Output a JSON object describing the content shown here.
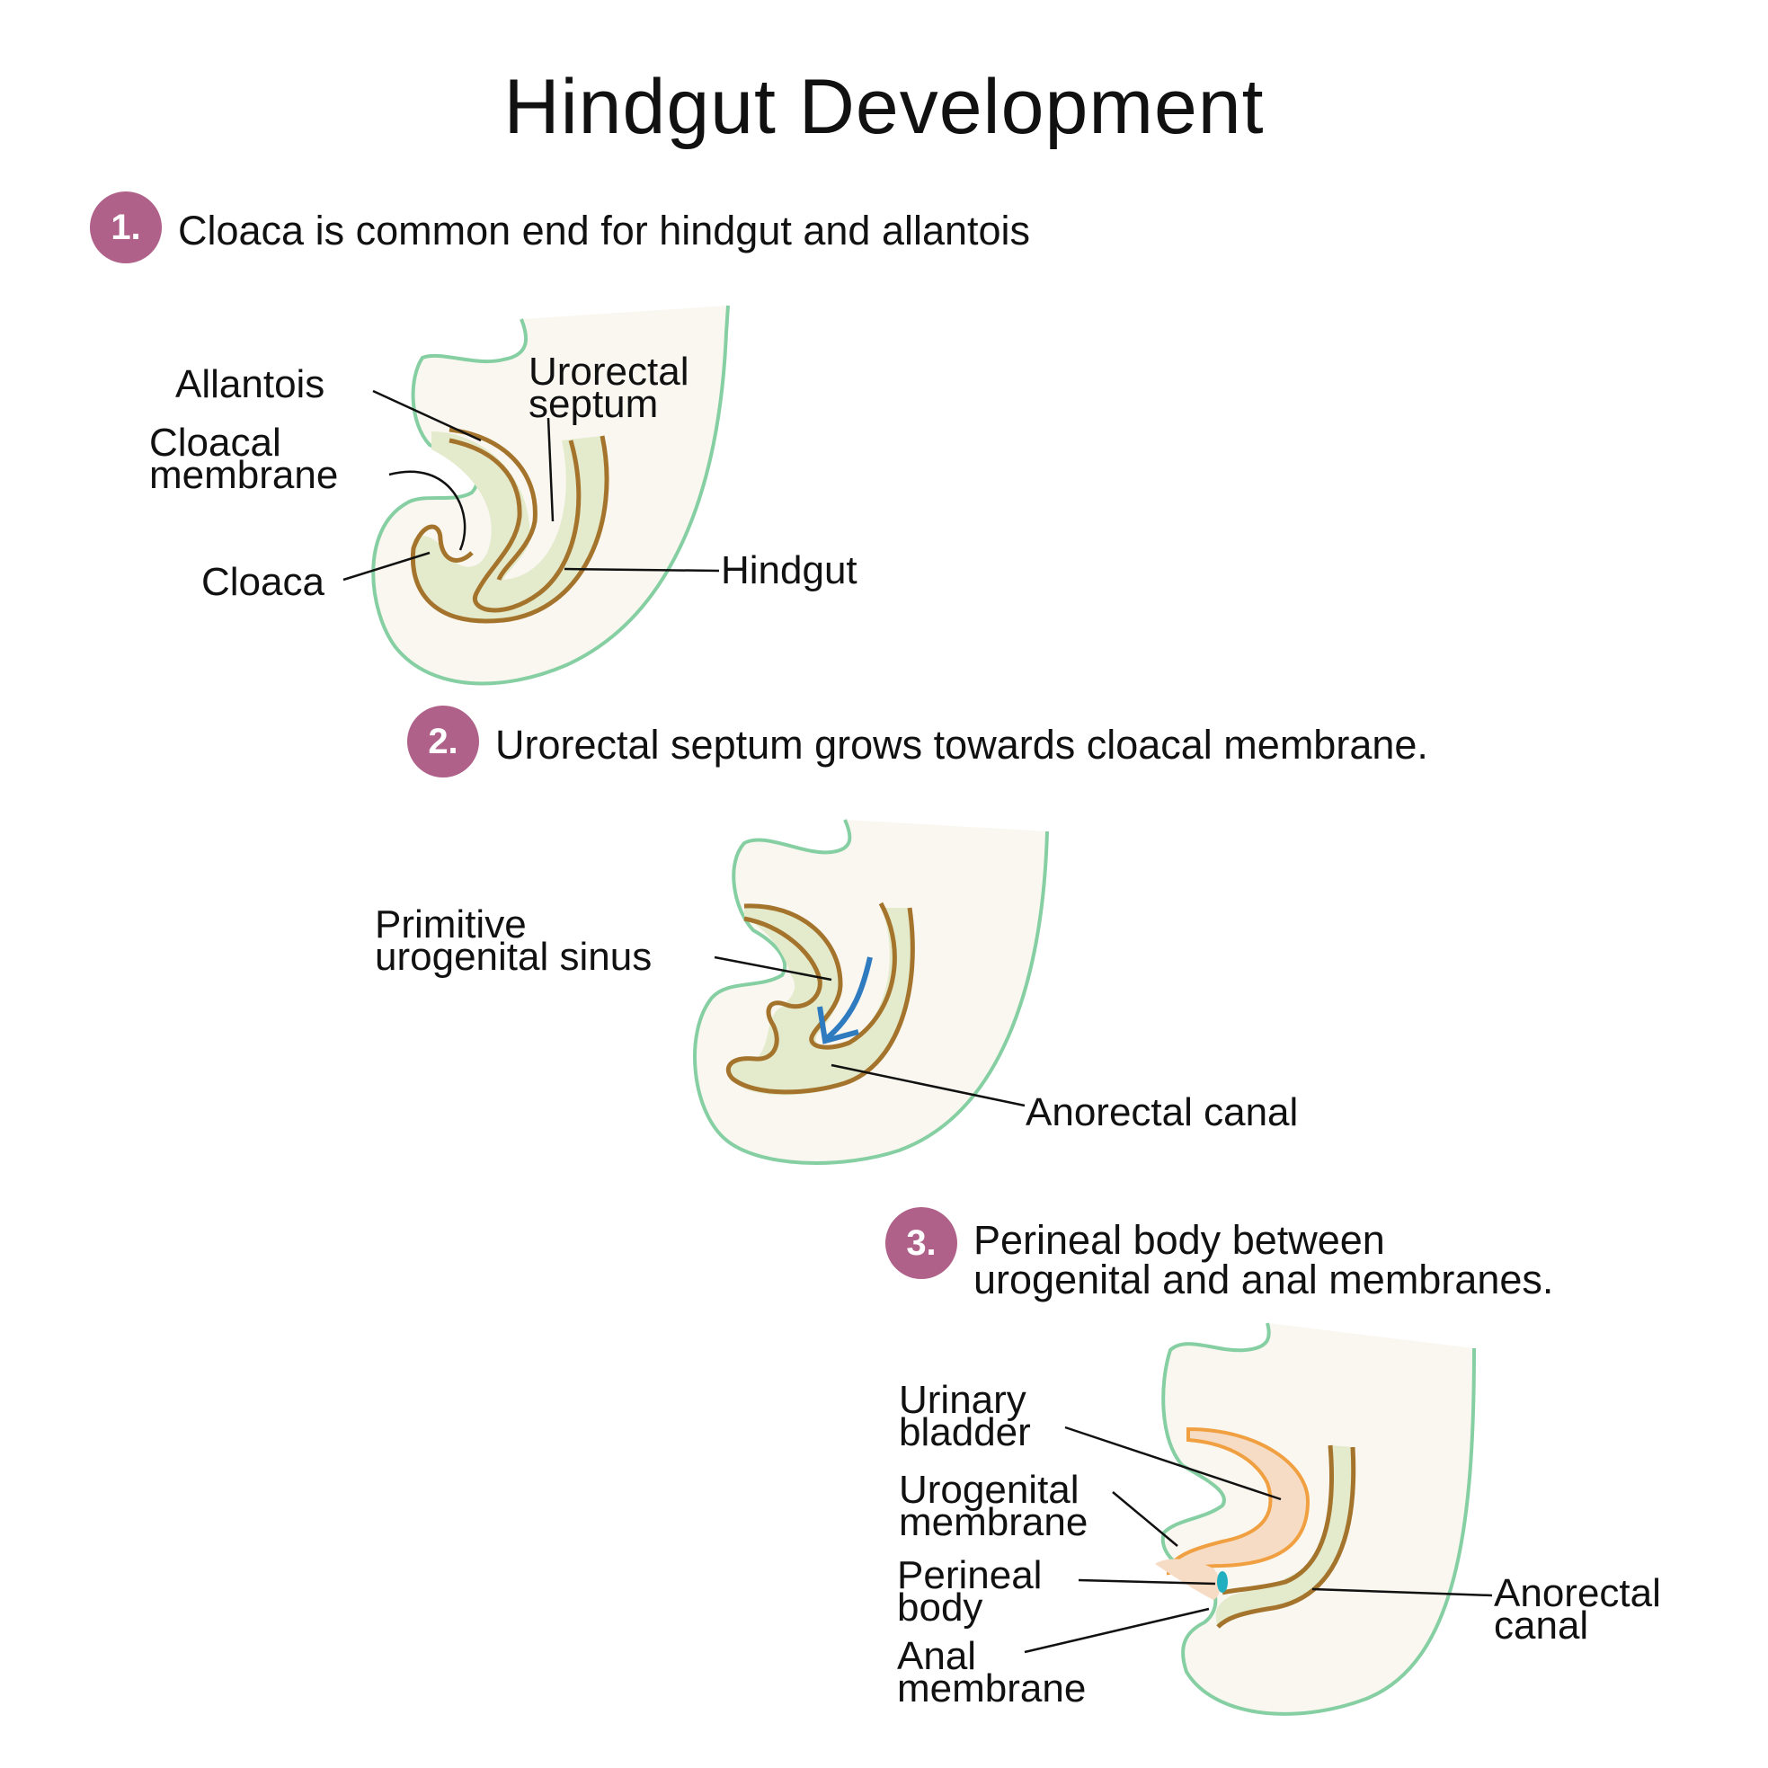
{
  "title": "Hindgut Development",
  "steps": [
    {
      "number": "1.",
      "text": "Cloaca is common end for hindgut and allantois"
    },
    {
      "number": "2.",
      "text": "Urorectal septum grows towards cloacal membrane."
    },
    {
      "number": "3.",
      "text": "Perineal body between\nurogenital and anal membranes."
    }
  ],
  "labels": {
    "d1": {
      "allantois": "Allantois",
      "cloacal_membrane": "Cloacal\nmembrane",
      "urorectal_septum": "Urorectal\nseptum",
      "cloaca": "Cloaca",
      "hindgut": "Hindgut"
    },
    "d2": {
      "primitive_urogenital_sinus": "Primitive\nurogenital sinus",
      "anorectal_canal": "Anorectal canal"
    },
    "d3": {
      "urinary_bladder": "Urinary\nbladder",
      "urogenital_membrane": "Urogenital\nmembrane",
      "perineal_body": "Perineal\nbody",
      "anal_membrane": "Anal\nmembrane",
      "anorectal_canal": "Anorectal\ncanal"
    }
  },
  "colors": {
    "badge": "#b0618a",
    "body_outline": "#86cfa3",
    "body_fill": "#faf7f1",
    "gut_outline": "#a5742c",
    "gut_fill": "#e3ebcc",
    "bladder_outline": "#f0a040",
    "bladder_fill": "#f7dcc5",
    "arrow": "#2f7bbf",
    "perineal_body": "#22b0c0"
  }
}
